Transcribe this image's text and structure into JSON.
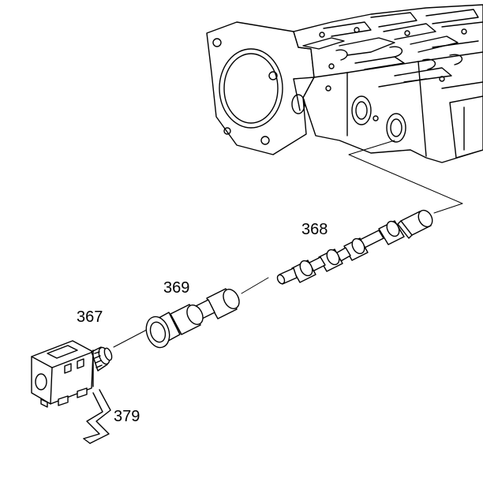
{
  "diagram": {
    "parts": [
      {
        "id": "368",
        "label": "368",
        "name": "valve-spool"
      },
      {
        "id": "369",
        "label": "369",
        "name": "valve-plug"
      },
      {
        "id": "367",
        "label": "367",
        "name": "solenoid"
      },
      {
        "id": "379",
        "label": "379",
        "name": "retainer-clip"
      }
    ],
    "colors": {
      "line": "#000000",
      "background": "#ffffff"
    }
  },
  "labels": {
    "part_368": "368",
    "part_369": "369",
    "part_367": "367",
    "part_379": "379"
  }
}
